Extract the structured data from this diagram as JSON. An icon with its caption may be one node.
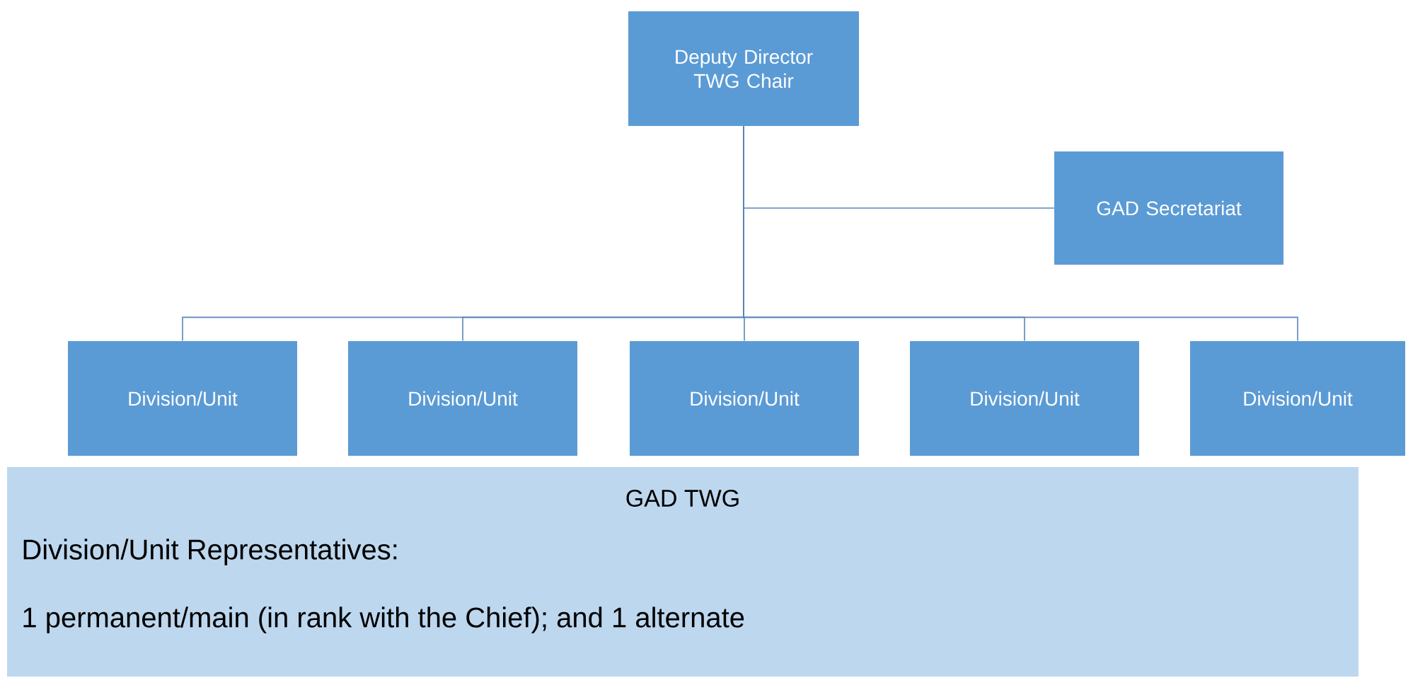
{
  "diagram": {
    "nodes": [
      {
        "text": [
          "Deputy Director TWG Chair"
        ]
      },
      {
        "text": [
          "GAD Secretariat"
        ]
      },
      {
        "text": [
          "Division/Unit"
        ]
      },
      {
        "text": [
          "Division/Unit"
        ]
      },
      {
        "text": [
          "Division/Unit"
        ]
      },
      {
        "text": [
          "Division/Unit"
        ]
      },
      {
        "text": [
          "Division/Unit"
        ]
      },
      {
        "text": [
          "GAD TWG",
          "Division/Unit Representatives:",
          "1 permanent/main (in rank with the Chief); and 1 alternate"
        ]
      }
    ],
    "edges": [
      {
        "from": 0,
        "to": 1,
        "arrow": "none"
      },
      {
        "from": 0,
        "to": 2,
        "arrow": "none"
      },
      {
        "from": 0,
        "to": 3,
        "arrow": "none"
      },
      {
        "from": 0,
        "to": 4,
        "arrow": "none"
      },
      {
        "from": 0,
        "to": 5,
        "arrow": "none"
      },
      {
        "from": 0,
        "to": 6,
        "arrow": "none"
      }
    ]
  }
}
